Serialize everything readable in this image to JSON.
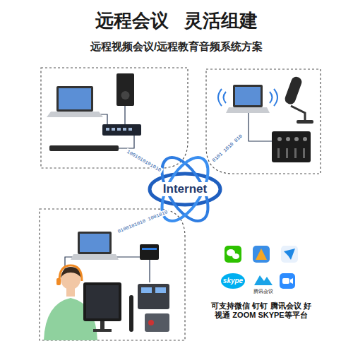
{
  "diagram": {
    "title": "远程会议 灵活组建",
    "nodes": [
      {
        "text": [
          "Internet"
        ]
      }
    ],
    "labels": [
      "远程视频会议/远程教育音频系统方案",
      "1001010101010",
      "0101 1010 010",
      "0100101010 1001010",
      "skype",
      "腾讯会议",
      "可支持微信 钉钉 腾讯会议 好视通 ZOOM SKYPE等平台"
    ]
  }
}
